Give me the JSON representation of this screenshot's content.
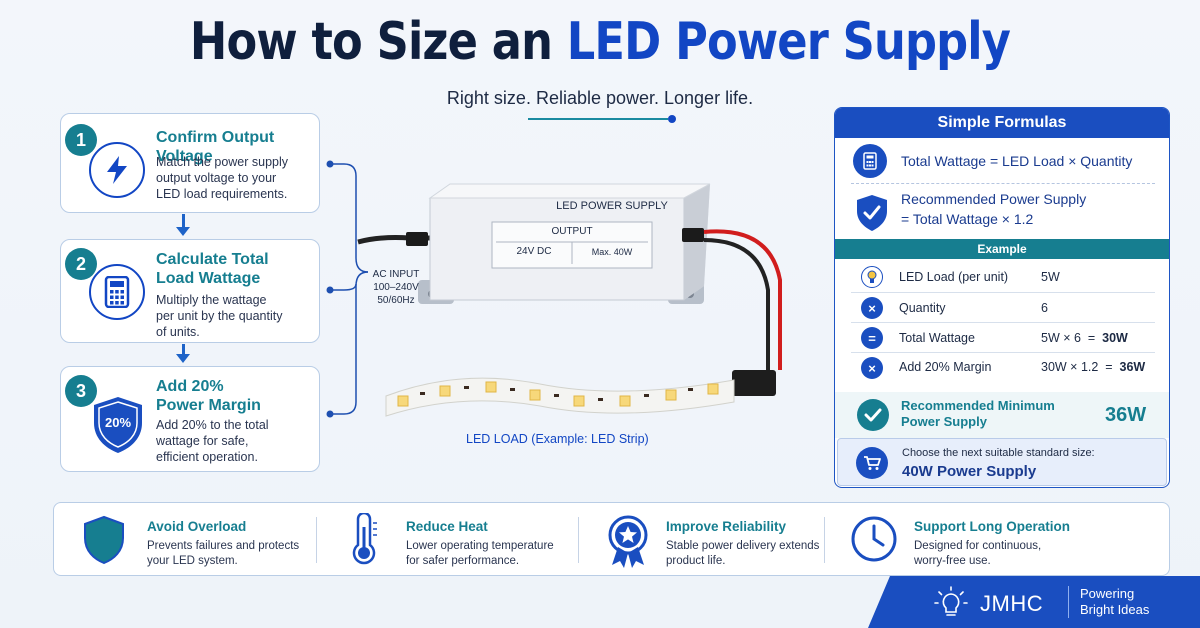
{
  "header": {
    "title_main": "How to Size an ",
    "title_accent": "LED Power Supply",
    "subtitle": "Right size. Reliable power. Longer life."
  },
  "steps": [
    {
      "number": "1",
      "icon": "lightning-icon",
      "title_line1": "Confirm Output Voltage",
      "title_line2": "",
      "desc": [
        "Match the power supply",
        "output voltage to your",
        "LED load requirements."
      ]
    },
    {
      "number": "2",
      "icon": "calculator-icon",
      "title_line1": "Calculate Total",
      "title_line2": "Load Wattage",
      "desc": [
        "Multiply the wattage",
        "per unit by the quantity",
        "of units."
      ]
    },
    {
      "number": "3",
      "icon": "shield-20-icon",
      "icon_text": "20%",
      "title_line1": "Add 20%",
      "title_line2": "Power Margin",
      "desc": [
        "Add 20% to the total",
        "wattage for safe,",
        "efficient operation."
      ]
    }
  ],
  "device": {
    "ac_input": [
      "AC INPUT",
      "100–240V",
      "50/60Hz"
    ],
    "label": "LED POWER SUPPLY",
    "output_title": "OUTPUT",
    "output_voltage": "24V DC",
    "output_max": "Max. 40W",
    "strip_label": "LED LOAD (Example: LED Strip)"
  },
  "formulas": {
    "title": "Simple Formulas",
    "formula1": "Total Wattage = LED Load × Quantity",
    "formula2_line1": "Recommended Power Supply",
    "formula2_line2": "= Total Wattage × 1.2",
    "example_title": "Example",
    "rows": [
      {
        "icon": "led-bulb-icon",
        "label": "LED Load (per unit)",
        "value": "5W"
      },
      {
        "icon": "multiply-icon",
        "label": "Quantity",
        "value": "6"
      },
      {
        "icon": "equals-icon",
        "label": "Total Wattage",
        "value": "5W × 6  =  ",
        "value_bold": "30W"
      },
      {
        "icon": "multiply-icon",
        "label": "Add 20% Margin",
        "value": "30W × 1.2  =  ",
        "value_bold": "36W"
      }
    ],
    "recommended_line1": "Recommended Minimum",
    "recommended_line2": "Power Supply",
    "recommended_value": "36W",
    "choose_text": "Choose the next suitable standard size:",
    "choose_value": "40W Power Supply"
  },
  "benefits": [
    {
      "icon": "shield-icon",
      "title": "Avoid Overload",
      "desc": [
        "Prevents failures and protects",
        "your LED system."
      ]
    },
    {
      "icon": "thermometer-icon",
      "title": "Reduce Heat",
      "desc": [
        "Lower operating temperature",
        "for safer performance."
      ]
    },
    {
      "icon": "award-icon",
      "title": "Improve Reliability",
      "desc": [
        "Stable power delivery extends",
        "product life."
      ]
    },
    {
      "icon": "clock-icon",
      "title": "Support Long Operation",
      "desc": [
        "Designed for continuous,",
        "worry-free use."
      ]
    }
  ],
  "brand": {
    "name": "JMHC",
    "tagline": [
      "Powering",
      "Bright Ideas"
    ]
  },
  "colors": {
    "navy": "#0f1f3d",
    "blue": "#1246c4",
    "teal": "#167e90",
    "panel_blue": "#1a4ec0"
  }
}
